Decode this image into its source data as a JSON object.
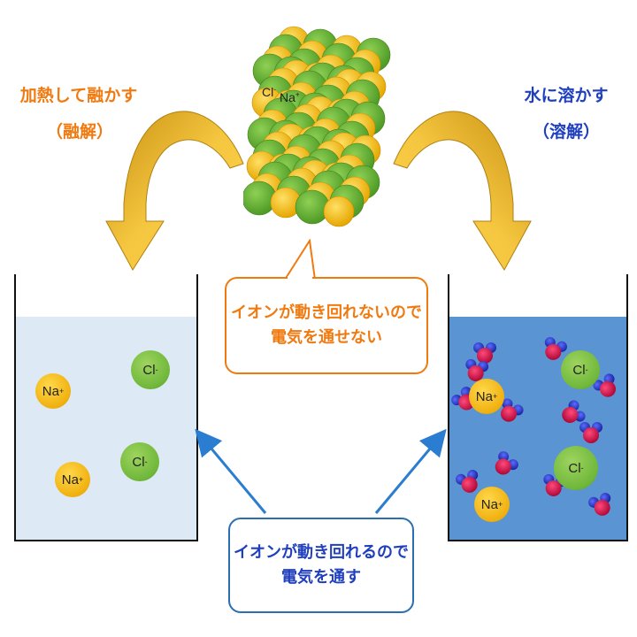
{
  "left_title": "加熱して融かす",
  "left_subtitle": "（融解）",
  "right_title": "水に溶かす",
  "right_subtitle": "（溶解）",
  "crystal_cl_label": "Cl",
  "crystal_na_label": "Na",
  "top_bubble": {
    "line1": "イオンが動き回れないので",
    "line2": "電気を通せない"
  },
  "bottom_bubble": {
    "line1": "イオンが動き回れるので",
    "line2": "電気を通す"
  },
  "ion_labels": {
    "na": "Na",
    "cl": "Cl",
    "plus": "+",
    "minus": "-"
  },
  "colors": {
    "orange": "#f07a10",
    "blue_text": "#1f3fbf",
    "arrow_gold": "#e8b020",
    "arrow_blue": "#2a7dd0",
    "melt_liquid": "#dde9f5",
    "water": "#5b94d2",
    "na_ion": "#f0b010",
    "cl_ion": "#6fb73a",
    "water_o": "#d0104a",
    "water_h": "#2b3bd0"
  }
}
